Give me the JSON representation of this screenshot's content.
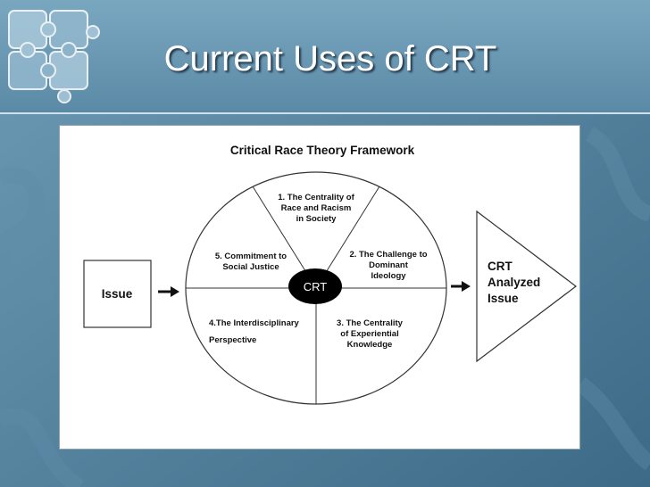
{
  "slide": {
    "title": "Current Uses of CRT"
  },
  "diagram": {
    "title": "Critical Race Theory Framework",
    "input_box": "Issue",
    "center": "CRT",
    "segments": [
      {
        "number": "1.",
        "lines": [
          "1. The Centrality of",
          "Race and Racism",
          "in Society"
        ]
      },
      {
        "number": "2.",
        "lines": [
          "2. The Challenge to",
          "Dominant",
          "Ideology"
        ]
      },
      {
        "number": "3.",
        "lines": [
          "3. The Centrality",
          "of Experiential",
          "Knowledge"
        ]
      },
      {
        "number": "4.",
        "lines": [
          "4.The Interdisciplinary",
          "Perspective"
        ]
      },
      {
        "number": "5.",
        "lines": [
          "5. Commitment to",
          "Social Justice"
        ]
      }
    ],
    "output": [
      "CRT",
      "Analyzed",
      "Issue"
    ]
  },
  "colors": {
    "background": "#4f7c98",
    "title_text": "#ffffff",
    "panel": "#ffffff",
    "ink": "#111111",
    "center_fill": "#000000"
  },
  "icons": {
    "logo": "puzzle-pieces-logo",
    "arrow": "right-arrow-icon"
  }
}
